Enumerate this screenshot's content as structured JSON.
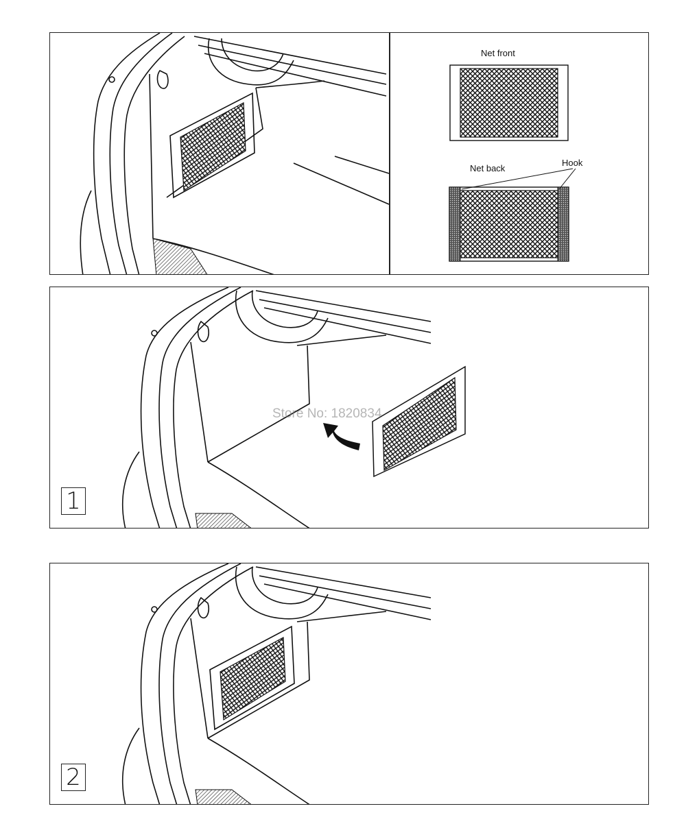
{
  "top_panel": {
    "net_front_label": "Net front",
    "net_back_label": "Net back",
    "hook_label": "Hook"
  },
  "step_1": {
    "number": "1"
  },
  "step_2": {
    "number": "2"
  },
  "watermark": "Store No: 1820834",
  "icons": {
    "trunk": "car-trunk-illustration",
    "net": "cargo-net-icon",
    "arrow": "curved-arrow-icon"
  }
}
